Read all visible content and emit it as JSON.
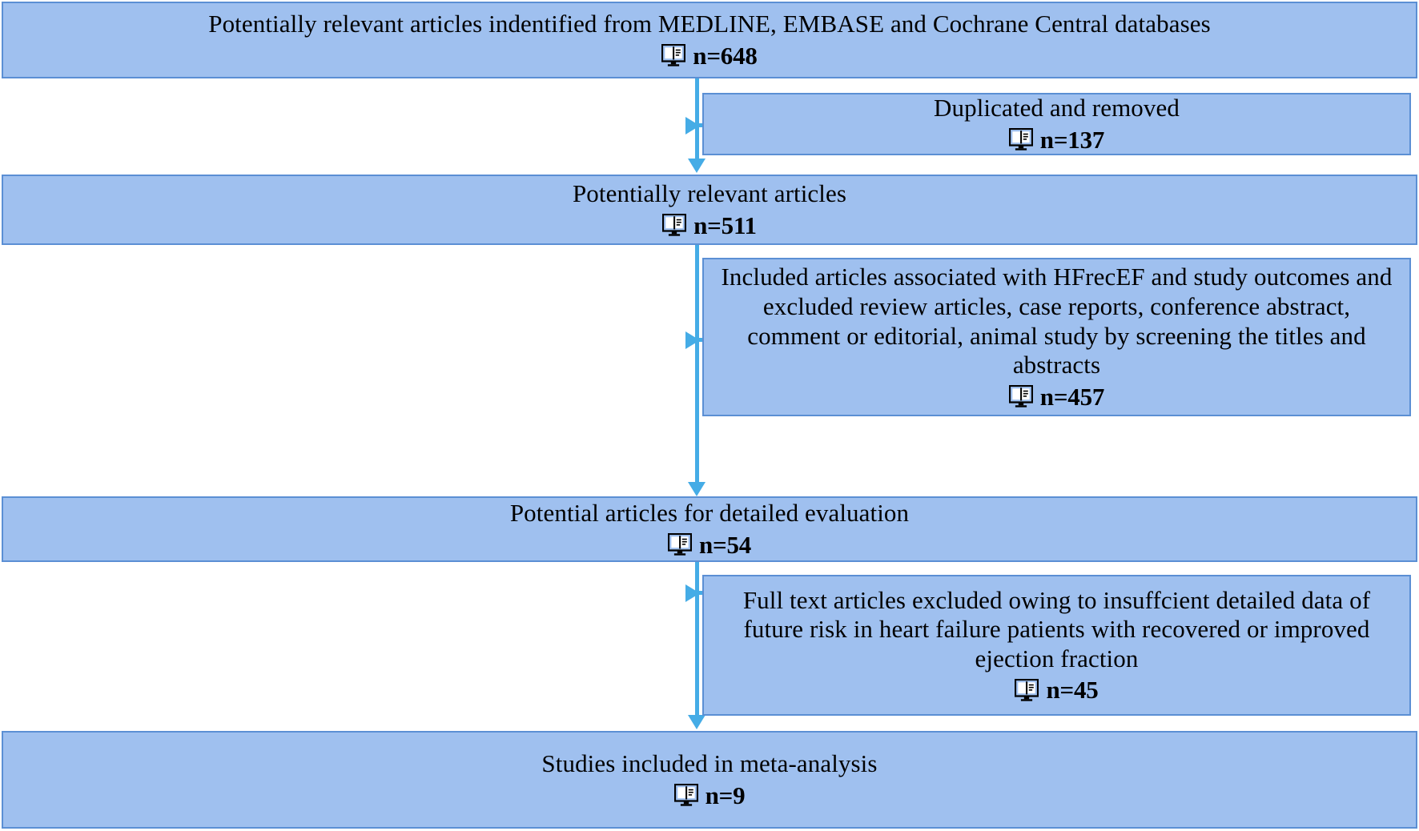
{
  "diagram": {
    "type": "prisma-flow-diagram",
    "title": "Study selection flow diagram",
    "colors": {
      "box_fill": "#9FC0EF",
      "box_border": "#5B8FD4",
      "connector": "#45ACE6",
      "text": "#000000",
      "background": "#FFFFFF"
    },
    "icon_name": "open-book-icon"
  },
  "nodes": [
    {
      "id": "identified",
      "kind": "main",
      "text": "Potentially relevant articles indentified from MEDLINE, EMBASE and Cochrane Central databases",
      "count_label": "n=648",
      "count": 648
    },
    {
      "id": "duplicates",
      "kind": "excluded",
      "text": "Duplicated and removed",
      "count_label": "n=137",
      "count": 137
    },
    {
      "id": "relevant",
      "kind": "main",
      "text": "Potentially relevant articles",
      "count_label": "n=511",
      "count": 511
    },
    {
      "id": "screened-out",
      "kind": "excluded",
      "text": "Included articles associated with HFrecEF and study outcomes and excluded review articles, case reports, conference abstract, comment or editorial, animal study by screening the titles and abstracts",
      "count_label": "n=457",
      "count": 457
    },
    {
      "id": "detailed",
      "kind": "main",
      "text": "Potential articles for detailed evaluation",
      "count_label": "n=54",
      "count": 54
    },
    {
      "id": "fulltext-excluded",
      "kind": "excluded",
      "text": "Full text articles excluded owing to insuffcient detailed data of future risk in heart failure patients with recovered or improved ejection fraction",
      "count_label": "n=45",
      "count": 45
    },
    {
      "id": "included",
      "kind": "main",
      "text": "Studies included in meta-analysis",
      "count_label": "n=9",
      "count": 9
    }
  ]
}
